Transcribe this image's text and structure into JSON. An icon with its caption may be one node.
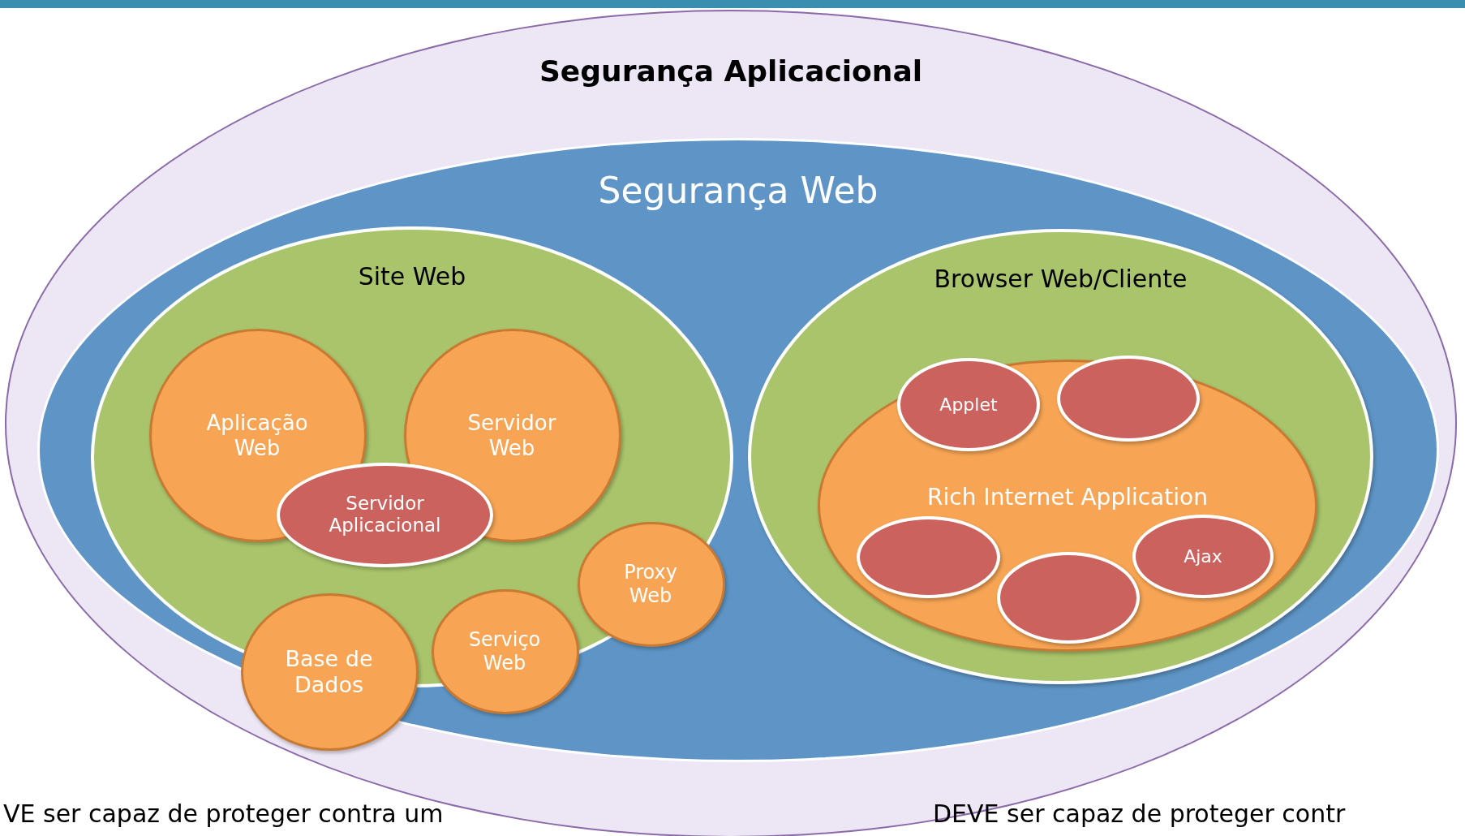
{
  "diagram": {
    "nodes": [
      {
        "text": [
          "Segurança Aplicacional"
        ]
      },
      {
        "text": [
          "Segurança Web"
        ],
        "in": 0
      },
      {
        "text": [
          "Site Web"
        ],
        "in": 1
      },
      {
        "text": [
          "Aplicação Web"
        ],
        "in": 2
      },
      {
        "text": [
          "Servidor Web"
        ],
        "in": 2
      },
      {
        "text": [
          "Servidor Aplicacional"
        ],
        "in": 2
      },
      {
        "text": [
          "Proxy Web"
        ],
        "in": 2
      },
      {
        "text": [
          "Serviço Web"
        ],
        "in": 1
      },
      {
        "text": [
          "Base de Dados"
        ],
        "in": 1
      },
      {
        "text": [
          "Browser Web/Cliente"
        ],
        "in": 1
      },
      {
        "text": [
          "Rich Internet Application"
        ],
        "in": 9
      },
      {
        "text": [
          "Applet"
        ],
        "in": 10
      },
      {
        "text": [],
        "shape": "circle",
        "in": 10
      },
      {
        "text": [],
        "shape": "circle",
        "in": 10
      },
      {
        "text": [],
        "shape": "circle",
        "in": 10
      },
      {
        "text": [
          "Ajax"
        ],
        "in": 10
      }
    ],
    "edges": [],
    "labels": [
      "VE ser capaz de proteger contra um",
      "DEVE ser capaz de proteger contr"
    ]
  }
}
